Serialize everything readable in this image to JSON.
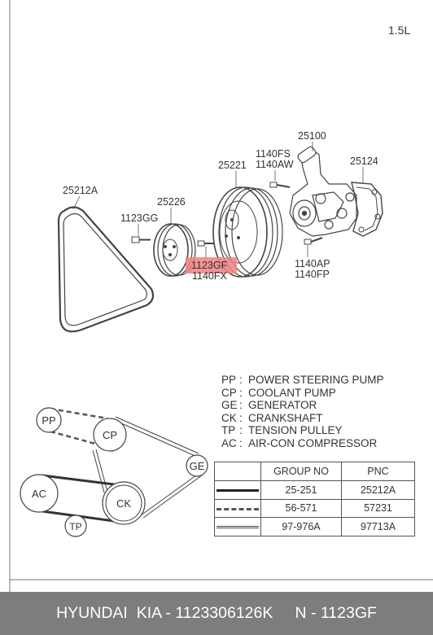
{
  "engine_label": "1.5L",
  "parts": {
    "belt": "25212A",
    "crank_pulley": "25226",
    "crank_bolt": "1123GG",
    "pump_pulley": "25221",
    "pulley_bolt_1": "1123GF",
    "pulley_bolt_2": "1140FX",
    "water_pump": "25100",
    "pump_bolt_1": "1140FS",
    "pump_bolt_2": "1140AW",
    "gasket": "25124",
    "pump_nut_1": "1140AP",
    "pump_nut_2": "1140FP"
  },
  "highlight_color": "#f08080",
  "legend": [
    {
      "code": "PP",
      "desc": "POWER STEERING PUMP"
    },
    {
      "code": "CP",
      "desc": "COOLANT PUMP"
    },
    {
      "code": "GE",
      "desc": "GENERATOR"
    },
    {
      "code": "CK",
      "desc": "CRANKSHAFT"
    },
    {
      "code": "TP",
      "desc": "TENSION PULLEY"
    },
    {
      "code": "AC",
      "desc": "AIR-CON COMPRESSOR"
    }
  ],
  "pulleys": {
    "pp": "PP",
    "cp": "CP",
    "ge": "GE",
    "ac": "AC",
    "ck": "CK",
    "tp": "TP"
  },
  "table": {
    "headers": [
      "",
      "GROUP NO",
      "PNC"
    ],
    "rows": [
      {
        "line_style": "solid",
        "group_no": "25-251",
        "pnc": "25212A"
      },
      {
        "line_style": "dashed",
        "group_no": "56-571",
        "pnc": "57231"
      },
      {
        "line_style": "double",
        "group_no": "97-976A",
        "pnc": "97713A"
      }
    ]
  },
  "footer": "HYUNDAI  KIA - 1123306126K     N - 1123GF"
}
